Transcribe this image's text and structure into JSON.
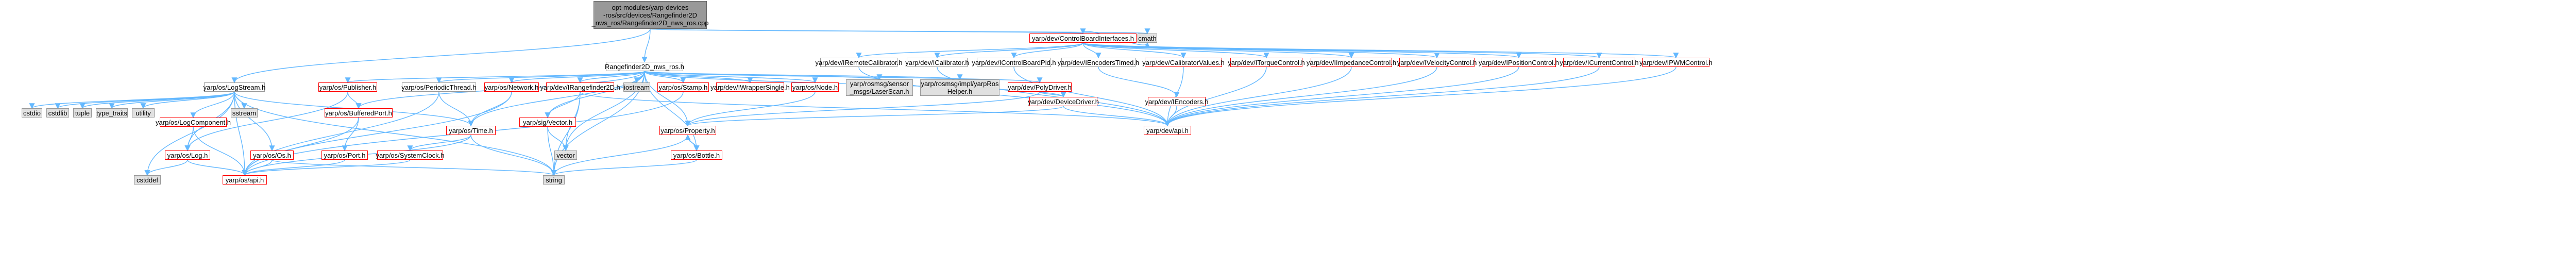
{
  "diagram": {
    "root": {
      "lines": [
        "opt-modules/yarp-devices",
        "-ros/src/devices/Rangefinder2D",
        "_nws_ros/Rangefinder2D_nws_ros.cpp"
      ]
    },
    "nodes": {
      "controlboard": "yarp/dev/ControlBoardInterfaces.h",
      "cmath": "cmath",
      "rangefinder_h": "Rangefinder2D_nws_ros.h",
      "logstream": "yarp/os/LogStream.h",
      "remotecal": "yarp/dev/IRemoteCalibrator.h",
      "calibrator": "yarp/dev/ICalibrator.h",
      "controlboardpid": "yarp/dev/IControlBoardPid.h",
      "encoderstimed": "yarp/dev/IEncodersTimed.h",
      "calibvalues": "yarp/dev/CalibratorValues.h",
      "torquecontrol": "yarp/dev/ITorqueControl.h",
      "impedance": "yarp/dev/IImpedanceControl.h",
      "velocity": "yarp/dev/IVelocityControl.h",
      "position": "yarp/dev/IPositionControl.h",
      "current": "yarp/dev/ICurrentControl.h",
      "pwm": "yarp/dev/IPWMControl.h",
      "cstdio": "cstdio",
      "cstdlib": "cstdlib",
      "tuple": "tuple",
      "type_traits": "type_traits",
      "utility": "utility",
      "publisher": "yarp/os/Publisher.h",
      "periodicthread": "yarp/os/PeriodicThread.h",
      "network": "yarp/os/Network.h",
      "irangefinder": "yarp/dev/IRangefinder2D.h",
      "istream": "iostream",
      "stamp": "yarp/os/Stamp.h",
      "iwrapper": "yarp/dev/IWrapperSingle.h",
      "node": "yarp/os/Node.h",
      "laserscan": [
        "yarp/rosmsg/sensor",
        "_msgs/LaserScan.h"
      ],
      "ysmhelper": [
        "yarp/rosmsg/impl/yarpRos",
        "Helper.h"
      ],
      "polydriver": "yarp/dev/PolyDriver.h",
      "devicedriver": "yarp/dev/DeviceDriver.h",
      "iencoders": "yarp/dev/IEncoders.h",
      "logcomponent": "yarp/os/LogComponent.h",
      "sstream": "sstream",
      "bufferedport": "yarp/os/BufferedPort.h",
      "vector_h": "yarp/sig/Vector.h",
      "property": "yarp/os/Property.h",
      "time_h": "yarp/os/Time.h",
      "log_h": "yarp/os/Log.h",
      "os_h": "yarp/os/Os.h",
      "port": "yarp/os/Port.h",
      "systemclock": "yarp/os/SystemClock.h",
      "bottle": "yarp/os/Bottle.h",
      "vector": "vector",
      "api_dev": "yarp/dev/api.h",
      "cstddef": "cstddef",
      "api_os": "yarp/os/api.h",
      "string": "string"
    }
  }
}
